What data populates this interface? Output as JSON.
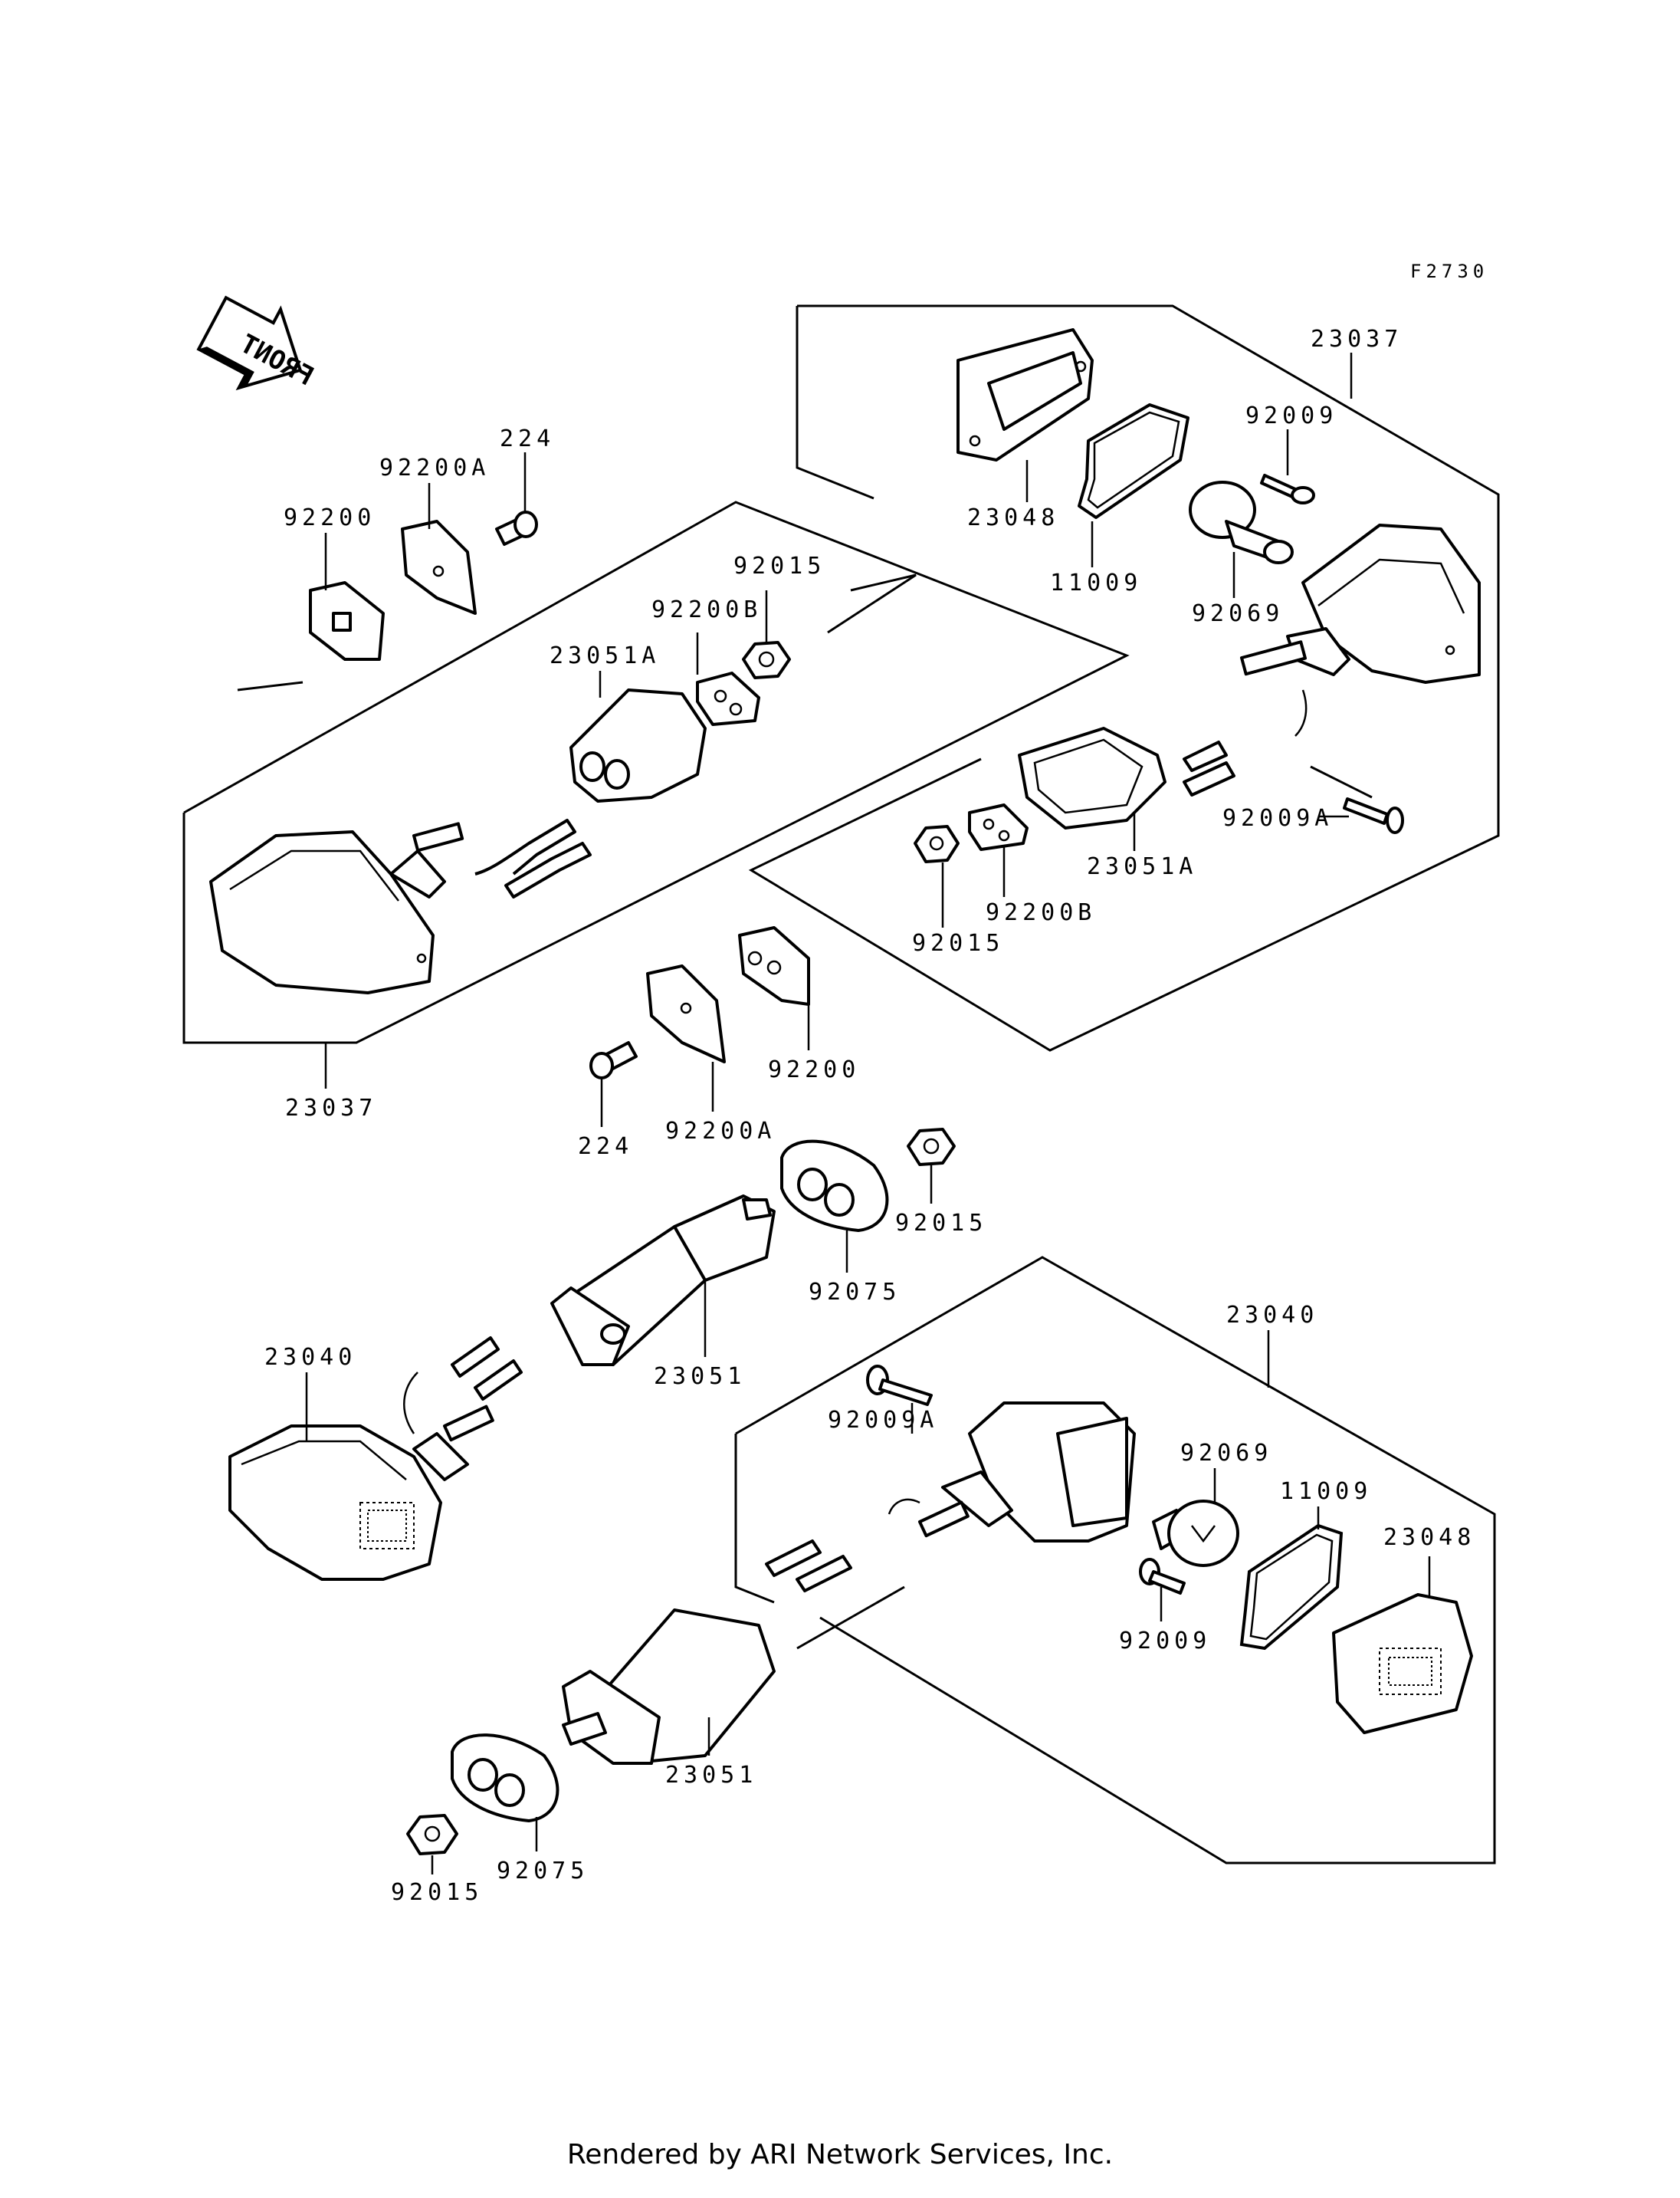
{
  "figure_code": "F2730",
  "front_label": "FRONT",
  "footer": "Rendered by ARI Network Services, Inc.",
  "labels": {
    "l23037_top": "23037",
    "l92009_top": "92009",
    "l23048_top": "23048",
    "l11009_top": "11009",
    "l92069_top": "92069",
    "l92009a_top": "92009A",
    "l23051a_right": "23051A",
    "l92200b_right": "92200B",
    "l92015_right": "92015",
    "l224_top": "224",
    "l92200a_top": "92200A",
    "l92200_top": "92200",
    "l92015_top": "92015",
    "l92200b_top": "92200B",
    "l23051a_left": "23051A",
    "l23037_left": "23037",
    "l92200_mid": "92200",
    "l224_mid": "224",
    "l92200a_mid": "92200A",
    "l92015_mid": "92015",
    "l92075_mid": "92075",
    "l23040_left": "23040",
    "l23051_mid": "23051",
    "l23040_right": "23040",
    "l92009a_bottom": "92009A",
    "l92069_bottom": "92069",
    "l11009_bottom": "11009",
    "l23048_bottom": "23048",
    "l92009_bottom": "92009",
    "l23051_bottom": "23051",
    "l92075_bottom": "92075",
    "l92015_bottom": "92015"
  }
}
